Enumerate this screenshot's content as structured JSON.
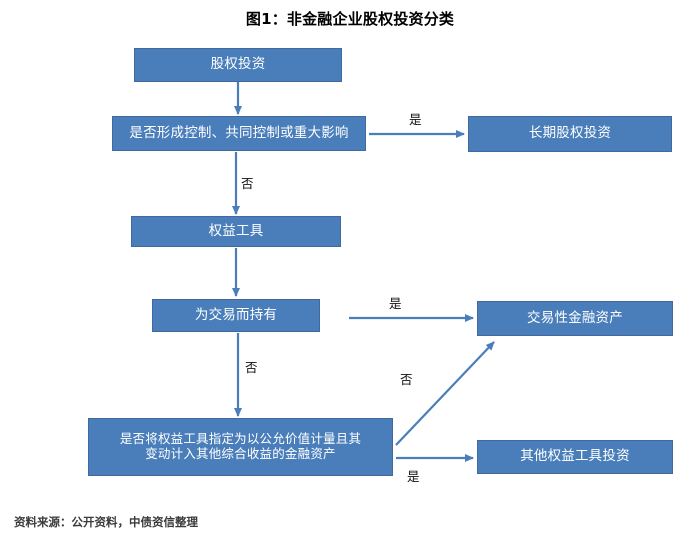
{
  "title": "图1：非金融企业股权投资分类",
  "footer": "资料来源：公开资料，中债资信整理",
  "colors": {
    "node_fill": "#4a7ebb",
    "node_border": "#41699e",
    "node_text": "#ffffff",
    "connector": "#4a7ebb",
    "background": "#ffffff",
    "title_text": "#000000",
    "footer_text": "#3b3b3b"
  },
  "chart_data": {
    "type": "diagram",
    "subtype": "flowchart",
    "title": "图1：非金融企业股权投资分类",
    "nodes": [
      {
        "id": "equity-investment",
        "label": "股权投资",
        "shape": "rect",
        "kind": "start"
      },
      {
        "id": "control-question",
        "label": "是否形成控制、共同控制或重大影响",
        "shape": "rect",
        "kind": "decision"
      },
      {
        "id": "longterm-equity",
        "label": "长期股权投资",
        "shape": "rect",
        "kind": "outcome"
      },
      {
        "id": "equity-instrument",
        "label": "权益工具",
        "shape": "rect",
        "kind": "process"
      },
      {
        "id": "held-for-trading",
        "label": "为交易而持有",
        "shape": "rect",
        "kind": "decision"
      },
      {
        "id": "trading-financial",
        "label": "交易性金融资产",
        "shape": "rect",
        "kind": "outcome"
      },
      {
        "id": "fvoci-question",
        "label": "是否将权益工具指定为以公允价值计量且其\n变动计入其他综合收益的金融资产",
        "shape": "rect",
        "kind": "decision"
      },
      {
        "id": "other-equity",
        "label": "其他权益工具投资",
        "shape": "rect",
        "kind": "outcome"
      }
    ],
    "edges": [
      {
        "from": "equity-investment",
        "to": "control-question",
        "label": "",
        "direction": "down"
      },
      {
        "from": "control-question",
        "to": "longterm-equity",
        "label": "是",
        "direction": "right"
      },
      {
        "from": "control-question",
        "to": "equity-instrument",
        "label": "否",
        "direction": "down"
      },
      {
        "from": "equity-instrument",
        "to": "held-for-trading",
        "label": "",
        "direction": "down"
      },
      {
        "from": "held-for-trading",
        "to": "trading-financial",
        "label": "是",
        "direction": "right"
      },
      {
        "from": "held-for-trading",
        "to": "fvoci-question",
        "label": "否",
        "direction": "down"
      },
      {
        "from": "fvoci-question",
        "to": "trading-financial",
        "label": "否",
        "direction": "diagonal-up-right"
      },
      {
        "from": "fvoci-question",
        "to": "other-equity",
        "label": "是",
        "direction": "right"
      }
    ],
    "edge_labels": [
      "是",
      "否",
      "是",
      "否",
      "否",
      "是"
    ]
  },
  "nodes": {
    "equity_investment": "股权投资",
    "control_question": "是否形成控制、共同控制或重大影响",
    "longterm_equity": "长期股权投资",
    "equity_instrument": "权益工具",
    "held_for_trading": "为交易而持有",
    "trading_financial": "交易性金融资产",
    "fvoci_question": "是否将权益工具指定为以公允价值计量且其\n变动计入其他综合收益的金融资产",
    "other_equity": "其他权益工具投资"
  },
  "labels": {
    "yes_1": "是",
    "no_1": "否",
    "yes_2": "是",
    "no_2": "否",
    "no_3": "否",
    "yes_3": "是"
  }
}
